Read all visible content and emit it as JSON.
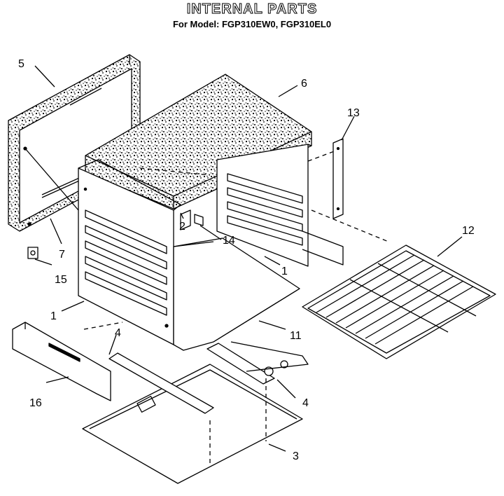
{
  "header": {
    "title": "INTERNAL PARTS",
    "subtitle": "For Model: FGP310EW0, FGP310EL0"
  },
  "callouts": [
    {
      "id": "c5",
      "label": "5"
    },
    {
      "id": "c6",
      "label": "6"
    },
    {
      "id": "c13",
      "label": "13"
    },
    {
      "id": "c12",
      "label": "12"
    },
    {
      "id": "c7",
      "label": "7"
    },
    {
      "id": "c2",
      "label": "2"
    },
    {
      "id": "c14",
      "label": "14"
    },
    {
      "id": "c1a",
      "label": "1"
    },
    {
      "id": "c15",
      "label": "15"
    },
    {
      "id": "c1b",
      "label": "1"
    },
    {
      "id": "c11",
      "label": "11"
    },
    {
      "id": "c4a",
      "label": "4"
    },
    {
      "id": "c16",
      "label": "16"
    },
    {
      "id": "c4b",
      "label": "4"
    },
    {
      "id": "c3",
      "label": "3"
    }
  ]
}
